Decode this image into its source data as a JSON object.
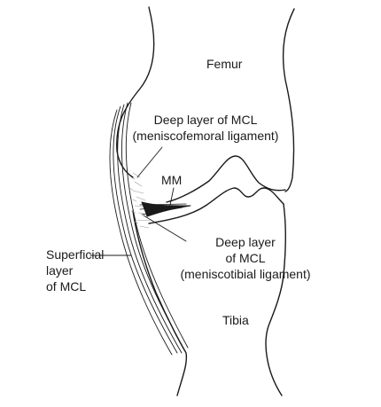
{
  "labels": {
    "femur": "Femur",
    "tibia": "Tibia",
    "mm": "MM",
    "deep_mcl_femoral_line1": "Deep layer of MCL",
    "deep_mcl_femoral_line2": "(meniscofemoral ligament)",
    "deep_mcl_tibial_line1": "Deep layer",
    "deep_mcl_tibial_line2": "of MCL",
    "deep_mcl_tibial_line3": "(meniscotibial ligament)",
    "superficial_line1": "Superficial",
    "superficial_line2": "layer",
    "superficial_line3": "of MCL"
  },
  "colors": {
    "ink": "#1a1a1a",
    "background": "#ffffff",
    "stipple": "#9a9a9a"
  }
}
